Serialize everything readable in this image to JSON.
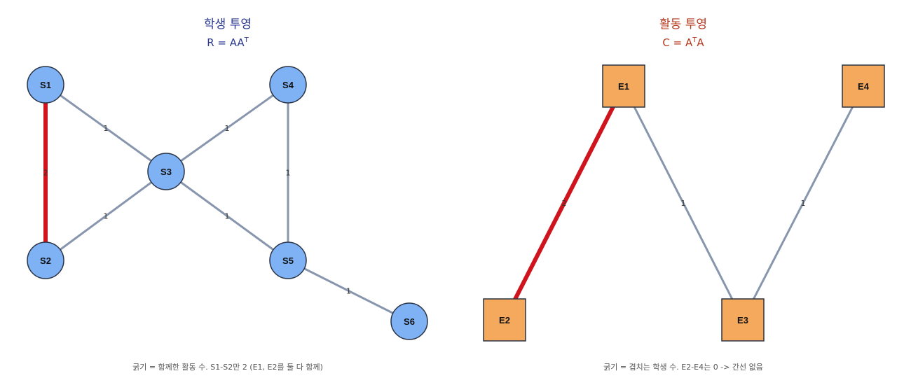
{
  "left": {
    "title": "학생 투영",
    "subtitle_base": "R = AA",
    "subtitle_sup": "T",
    "caption": "굵기 = 함께한 활동 수. S1-S2만 2 (E1, E2를 둘 다 함께)",
    "title_color": "#2b3a8f",
    "node_shape": "circle",
    "node_fill": "#7fb2f5",
    "nodes": [
      {
        "id": "S1",
        "label": "S1"
      },
      {
        "id": "S2",
        "label": "S2"
      },
      {
        "id": "S3",
        "label": "S3"
      },
      {
        "id": "S4",
        "label": "S4"
      },
      {
        "id": "S5",
        "label": "S5"
      },
      {
        "id": "S6",
        "label": "S6"
      }
    ],
    "edges": [
      {
        "from": "S1",
        "to": "S2",
        "weight": 2,
        "label": "2"
      },
      {
        "from": "S1",
        "to": "S3",
        "weight": 1,
        "label": "1"
      },
      {
        "from": "S2",
        "to": "S3",
        "weight": 1,
        "label": "1"
      },
      {
        "from": "S3",
        "to": "S4",
        "weight": 1,
        "label": "1"
      },
      {
        "from": "S3",
        "to": "S5",
        "weight": 1,
        "label": "1"
      },
      {
        "from": "S4",
        "to": "S5",
        "weight": 1,
        "label": "1"
      },
      {
        "from": "S5",
        "to": "S6",
        "weight": 1,
        "label": "1"
      }
    ]
  },
  "right": {
    "title": "활동 투영",
    "subtitle_pre": "C = A",
    "subtitle_sup": "T",
    "subtitle_post": "A",
    "caption": "굵기 = 겹치는 학생 수. E2-E4는 0 -> 간선 없음",
    "title_color": "#b5391e",
    "node_shape": "square",
    "node_fill": "#f5a95c",
    "nodes": [
      {
        "id": "E1",
        "label": "E1"
      },
      {
        "id": "E2",
        "label": "E2"
      },
      {
        "id": "E3",
        "label": "E3"
      },
      {
        "id": "E4",
        "label": "E4"
      }
    ],
    "edges": [
      {
        "from": "E1",
        "to": "E2",
        "weight": 2,
        "label": "2"
      },
      {
        "from": "E1",
        "to": "E3",
        "weight": 1,
        "label": "1"
      },
      {
        "from": "E3",
        "to": "E4",
        "weight": 1,
        "label": "1"
      }
    ]
  },
  "colors": {
    "heavy_edge": "#d0141e",
    "light_edge": "#8896ad",
    "node_stroke": "#2a3344"
  }
}
